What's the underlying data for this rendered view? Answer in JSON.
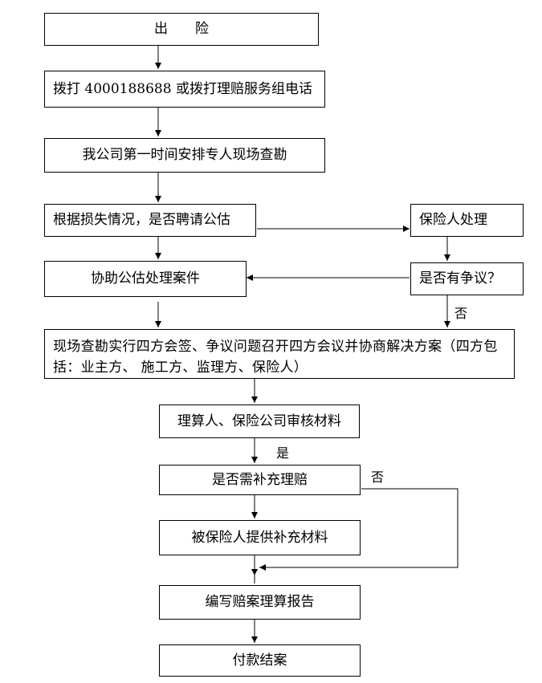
{
  "nodes": {
    "start": "出　　险",
    "call": "拨打 4000188688 或拨打理赔服务组电话",
    "survey": "我公司第一时间安排专人现场查勘",
    "decide_assessor": "根据损失情况，是否聘请公估",
    "insurer_handle": "保险人处理",
    "assist_assessor": "协助公估处理案件",
    "dispute": "是否有争议？",
    "four_party": "现场查勘实行四方会签、争议问题召开四方会议并协商解决方案（四方包括：业主方、 施工方、监理方、保险人）",
    "review": "理算人、保险公司审核材料",
    "need_supplement": "是否需补充理赔",
    "provide_materials": "被保险人提供补充材料",
    "report": "编写赔案理算报告",
    "payment": "付款结案"
  },
  "edge_labels": {
    "no_dispute": "否",
    "yes_supplement": "是",
    "no_supplement": "否"
  }
}
